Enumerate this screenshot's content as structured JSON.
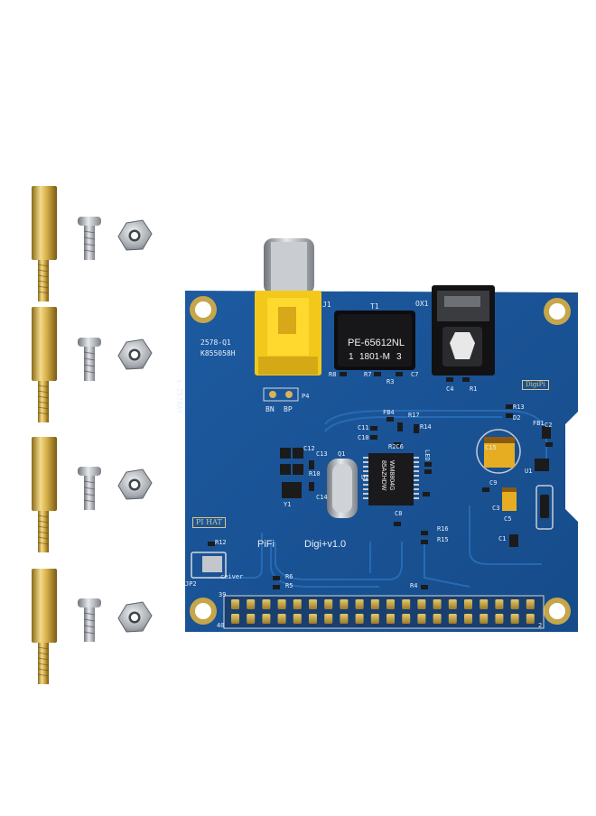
{
  "board": {
    "pcb_color": "#1f5fa6",
    "silkscreen_color": "#e8eef8",
    "labels": {
      "j1": "J1",
      "t1": "T1",
      "ox1": "OX1",
      "q1_top": "2578-Q1",
      "k_code": "K855058H",
      "side_code": "s-2578AY",
      "p4": "P4",
      "bn": "BN",
      "bp": "BP",
      "r8": "R8",
      "r7": "R7",
      "r3": "R3",
      "c7": "C7",
      "c4": "C4",
      "r1": "R1",
      "digipi": "DigiPi",
      "r13": "R13",
      "d2": "D2",
      "fb1": "FB1",
      "c2": "C2",
      "u1": "U1",
      "c15": "C15",
      "c9": "C9",
      "c3": "C3",
      "c5": "C5",
      "c1": "C1",
      "fb4": "FB4",
      "c11": "C11",
      "c10": "C10",
      "r17": "R17",
      "r14": "R14",
      "r2c6": "R2C6",
      "q1": "Q1",
      "c12": "C12",
      "c13": "C13",
      "r10": "R10",
      "c14": "C14",
      "y1": "Y1",
      "u2": "U2",
      "c8": "C8",
      "r16": "R16",
      "r15": "R15",
      "pi_hat": "PI HAT",
      "pifi": "PiFi",
      "version": "Digi+v1.0",
      "r12": "R12",
      "jp2": "JP2",
      "receiver": "ceiver",
      "r6": "R6",
      "r5": "R5",
      "r4": "R4",
      "pin39": "39",
      "pin40": "40",
      "pin2": "2",
      "led": "LED"
    },
    "transformer": {
      "line1": "PE-65612NL",
      "line2_left": "1",
      "line2_mid": "1801-M",
      "line2_right": "3"
    },
    "dac_chip": {
      "line1": "WM8804G",
      "line2": "85AZHDW"
    }
  },
  "hardware": {
    "standoffs": 4,
    "screws": 4,
    "nuts": 4
  }
}
